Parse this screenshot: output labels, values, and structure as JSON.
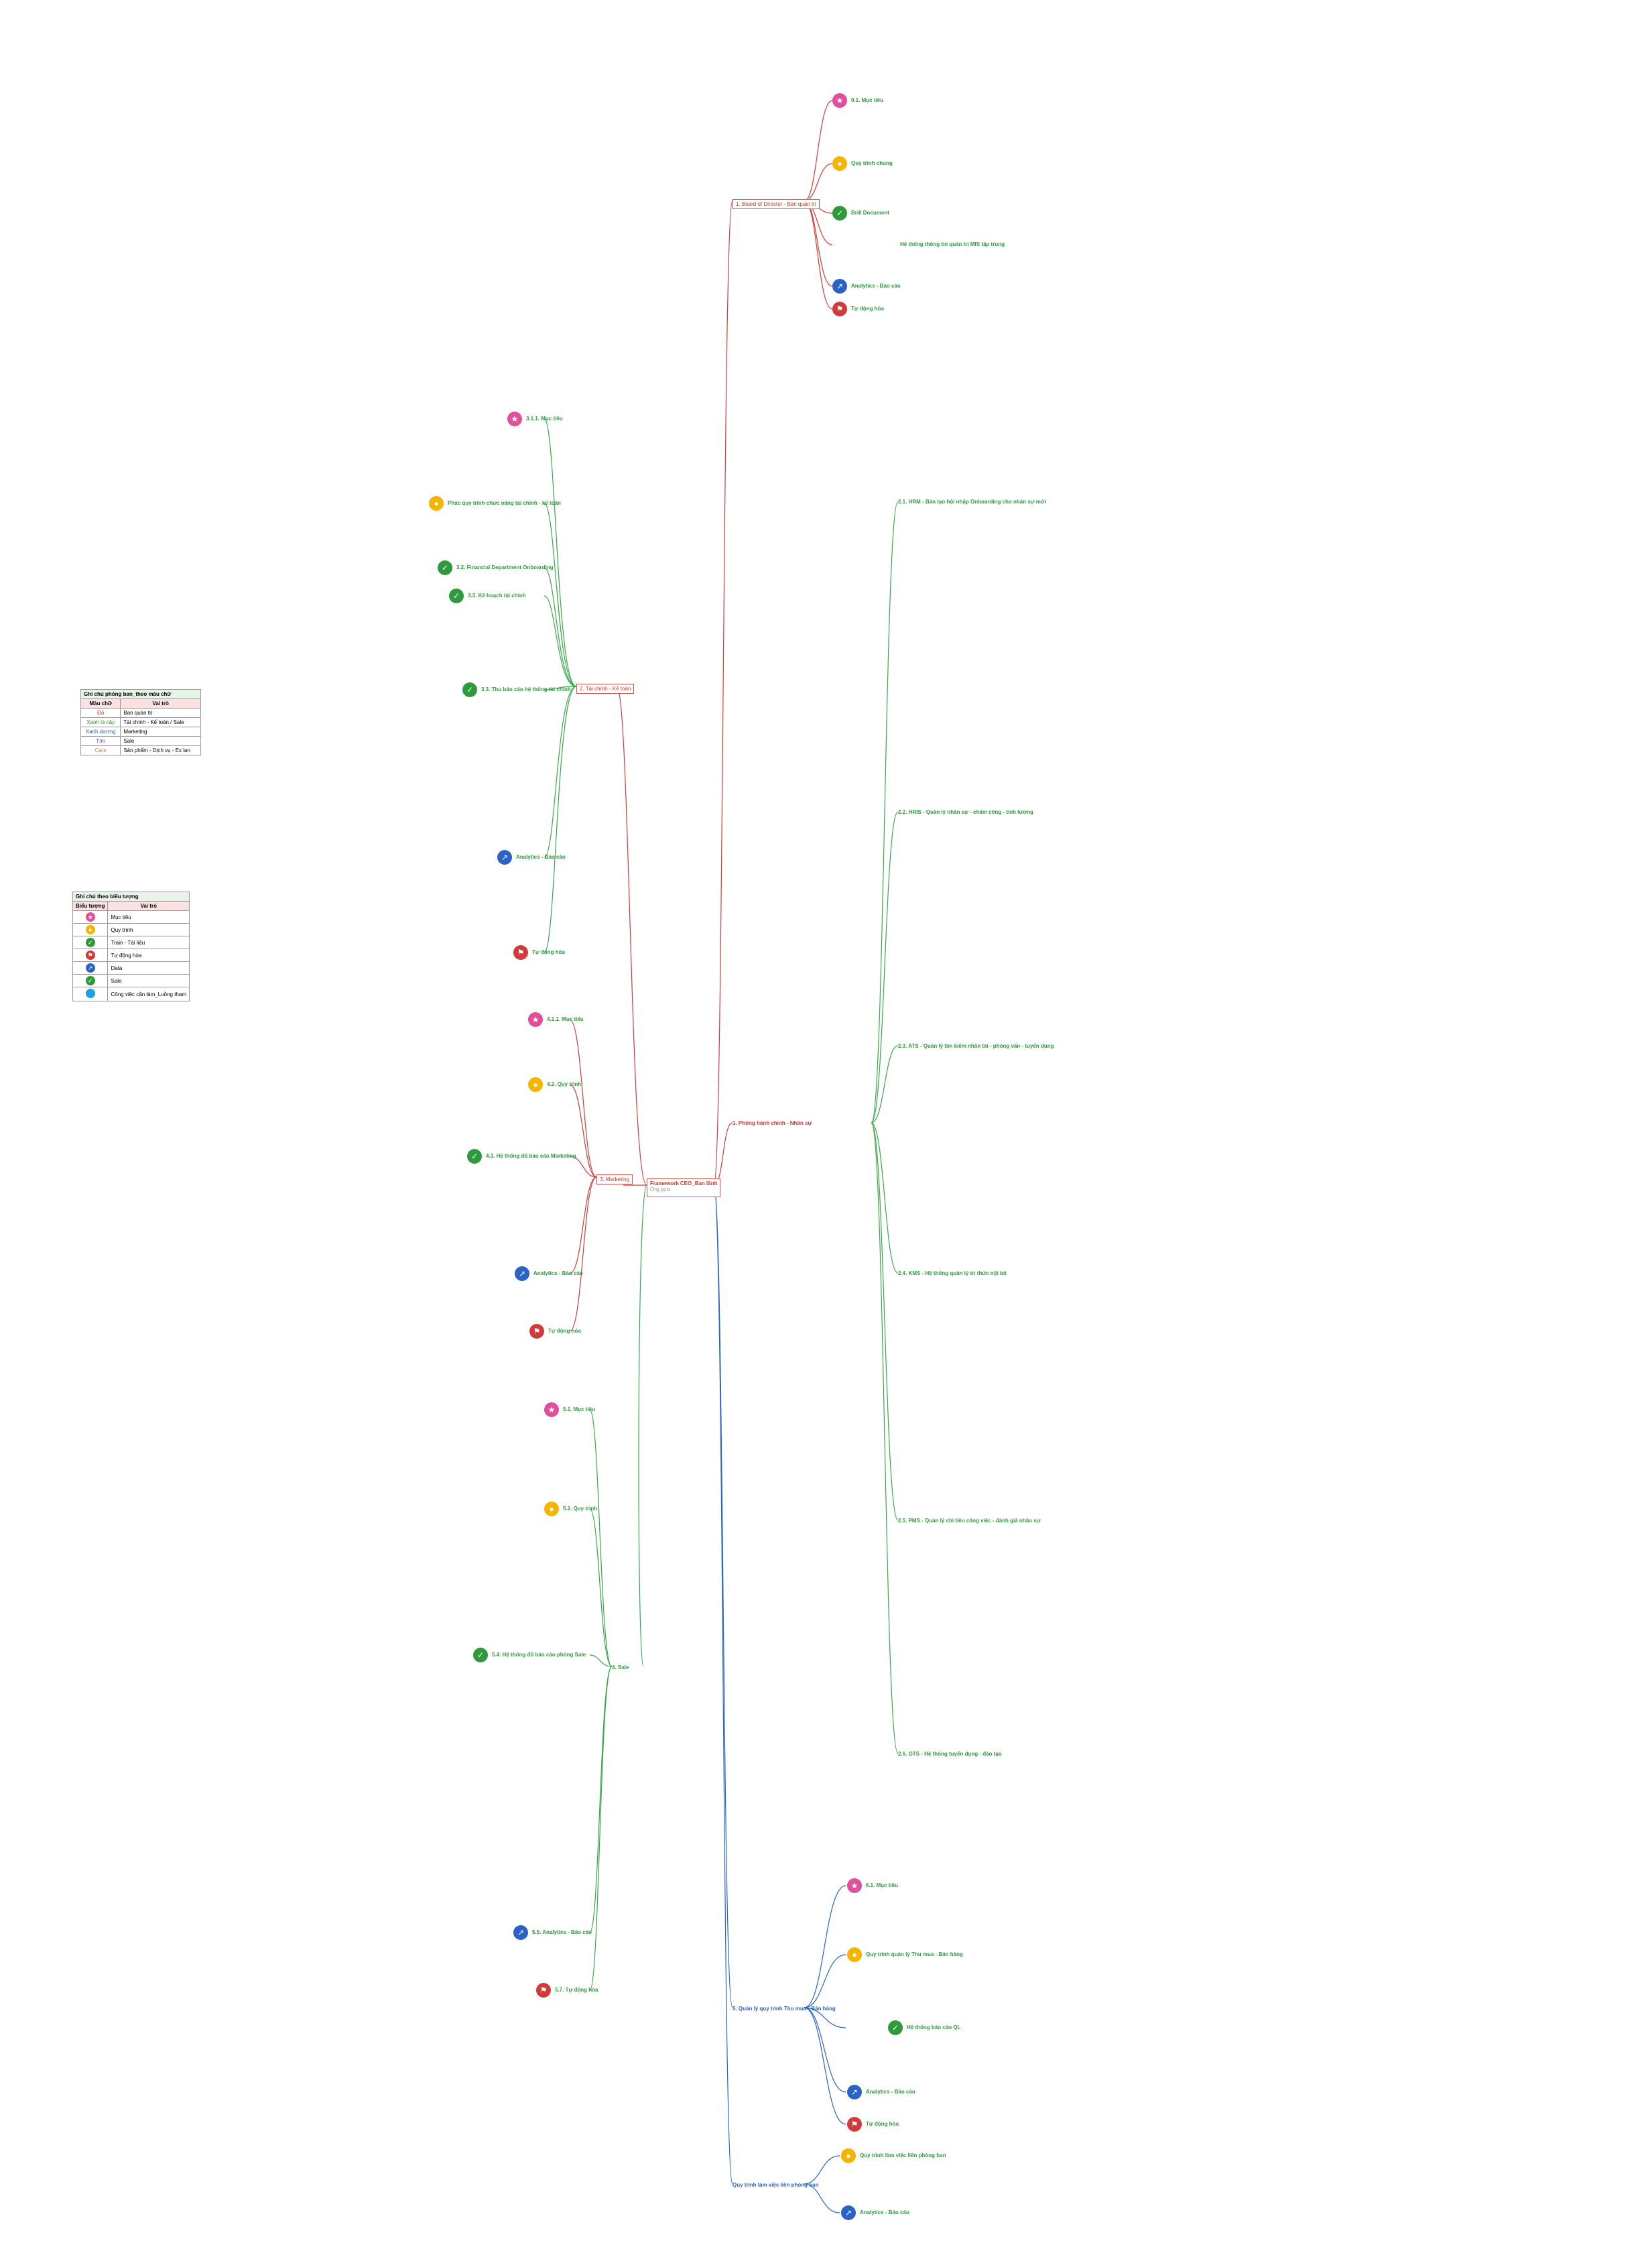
{
  "root": {
    "title": "Framework CEO_Ban lãnh",
    "subtitle": "Org.pptx"
  },
  "colors": {
    "green": "#2e9a3c",
    "orange": "#e07a1f",
    "red": "#d23a3a",
    "blue": "#2a62c6",
    "pink": "#e0509a",
    "yellow": "#f4b400"
  },
  "legend1": {
    "title": "Ghi chú phòng ban_theo màu chữ",
    "head": [
      "Màu chữ",
      "Vai trò"
    ],
    "rows": [
      [
        "Đỏ",
        "Ban quản trị"
      ],
      [
        "Xanh lá cây",
        "Tài chính - Kế toán / Sale"
      ],
      [
        "Xanh dương",
        "Marketing"
      ],
      [
        "Tím",
        "Sale"
      ],
      [
        "Cam",
        "Sản phẩm - Dịch vụ - Ex lan"
      ]
    ]
  },
  "legend2": {
    "title": "Ghi chú theo biểu tượng",
    "head": [
      "Biểu tượng",
      "Vai trò"
    ],
    "rows": [
      [
        "star-icon",
        "Mục tiêu"
      ],
      [
        "bulb-icon",
        "Quy trình"
      ],
      [
        "check-icon",
        "Train - Tài liệu"
      ],
      [
        "flag-icon",
        "Tự động hóa"
      ],
      [
        "chart-icon",
        "Data"
      ],
      [
        "check-icon",
        "Sale"
      ],
      [
        "circle-icon",
        "Công việc cần làm_Luồng tham"
      ]
    ]
  },
  "branches": {
    "board": {
      "label": "1. Board of Director - Ban quản trị"
    },
    "hr": {
      "label": "1. Phòng hành chính - Nhân sự"
    },
    "tc": {
      "label": "2. Tài chính - Kế toán"
    },
    "mkt": {
      "label": "3. Marketing"
    },
    "sale": {
      "label": "4. Sale"
    },
    "qlsp": {
      "label": "5. Quản lý quy trình Thu mua - Bán hàng"
    },
    "qt": {
      "label": "Quy trình làm việc liên phòng ban"
    }
  },
  "labels": {
    "b1": "0.1. Mục tiêu",
    "b2": "Quy trình chung",
    "b3": "Brill Document",
    "b4": "Hệ thống thông tin quản trị MIS tập trung",
    "b5": "Analytics - Báo cáo",
    "b6": "Tự động hóa",
    "h1": "2.1. HRM - Bản tạo hội nhập Onboarding cho nhân sự mới",
    "h2": "2.2. HRIS - Quản lý nhân sự - chấm công - tính lương",
    "h3": "2.3. ATS - Quản lý tìm kiếm nhân tài - phỏng vấn - tuyển dụng",
    "h4": "2.4. KMS - Hệ thống quản lý tri thức nội bộ",
    "h5": "2.5. PMS - Quản lý chỉ tiêu công việc - đánh giá nhân sự",
    "h6": "2.6. OTS - Hệ thống tuyển dụng - đào tạo",
    "t1": "3.1.1. Mục tiêu",
    "t2": "Phác quy trình chức năng tài chính - kế toán",
    "t3": "3.2. Financial Department Onboarding",
    "t4": "3.3. Kế hoạch tài chính",
    "t5": "3.3. Thu báo cáo hệ thống tài chính",
    "t6": "Analytics - Báo cáo",
    "t7": "Tự động hóa",
    "m1": "4.1.1. Mục tiêu",
    "m2": "4.2. Quy trình",
    "m3": "4.3. Hệ thống đổ báo cáo Marketing",
    "m4": "Analytics - Báo cáo",
    "m5": "Tự động hóa",
    "s1": "5.1. Mục tiêu",
    "s2": "5.2. Quy trình",
    "s3": "5.4. Hệ thống đổ báo cáo phòng Sale",
    "s4": "5.5. Analytics - Báo cáo",
    "s5": "5.7. Tự động hóa",
    "q1": "6.1. Mục tiêu",
    "q2": "Quy trình quản lý Thu mua - Bán hàng",
    "q3": "Hệ thống báo cáo QL",
    "q4": "Analytics - Báo cáo",
    "q5": "Tự động hóa",
    "r1": "Quy trình làm việc liên phòng ban",
    "r2": "Analytics - Báo cáo"
  }
}
